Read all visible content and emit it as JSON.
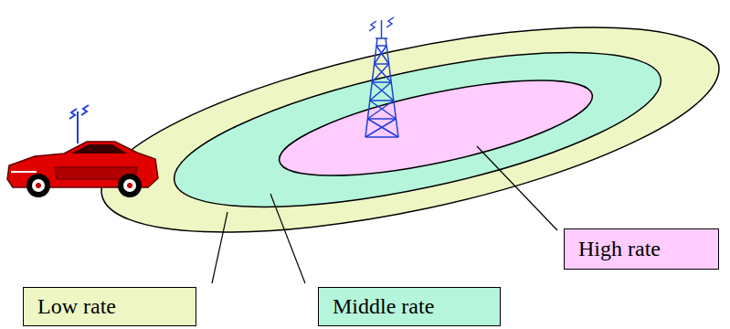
{
  "diagram": {
    "nodes": [
      {
        "text": [
          "High rate"
        ]
      },
      {
        "text": [
          "Low rate"
        ]
      },
      {
        "text": [
          "Middle rate"
        ]
      }
    ]
  }
}
